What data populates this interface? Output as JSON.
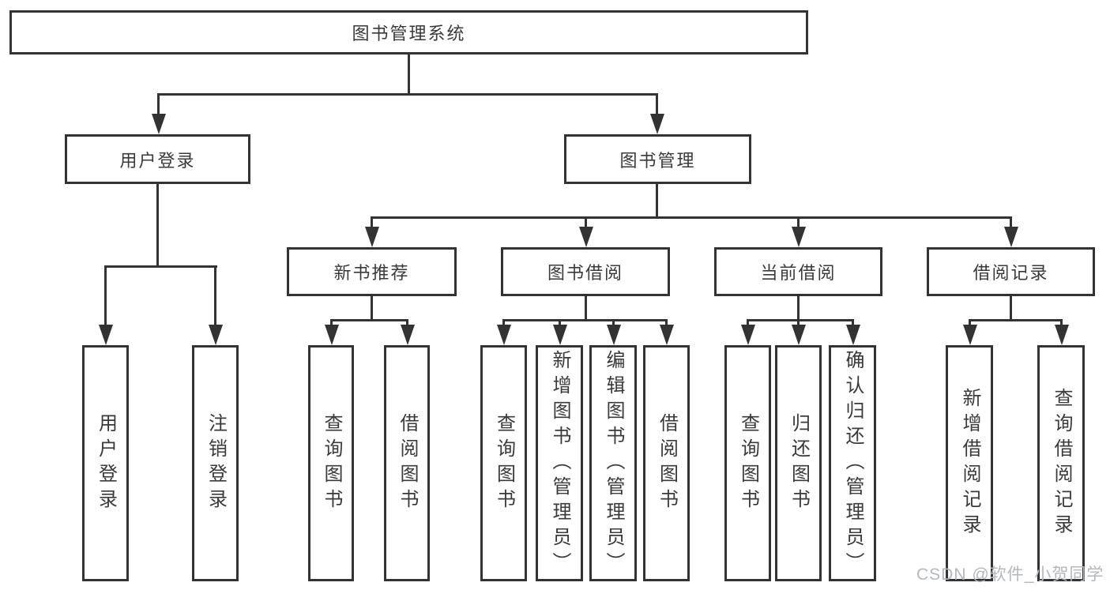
{
  "diagram": {
    "root": {
      "label": "图书管理系统"
    },
    "branches": {
      "user_login": {
        "label": "用户登录",
        "children": {
          "login": "用户登录",
          "logout": "注销登录"
        }
      },
      "book_management": {
        "label": "图书管理",
        "children": {
          "new_books": {
            "label": "新书推荐",
            "children": {
              "query": "查询图书",
              "borrow": "借阅图书"
            }
          },
          "borrowing": {
            "label": "图书借阅",
            "children": {
              "query": "查询图书",
              "add": "新增图书（管理员）",
              "edit": "编辑图书（管理员）",
              "borrow": "借阅图书"
            }
          },
          "current": {
            "label": "当前借阅",
            "children": {
              "query": "查询图书",
              "return": "归还图书",
              "confirm": "确认归还（管理员）"
            }
          },
          "records": {
            "label": "借阅记录",
            "children": {
              "add": "新增借阅记录",
              "query": "查询借阅记录"
            }
          }
        }
      }
    },
    "watermark": "CSDN @软件_小贺同学",
    "colors": {
      "line": "#333333",
      "text": "#3a3a3a",
      "watermark": "#b3b8bd",
      "background": "#ffffff"
    }
  }
}
